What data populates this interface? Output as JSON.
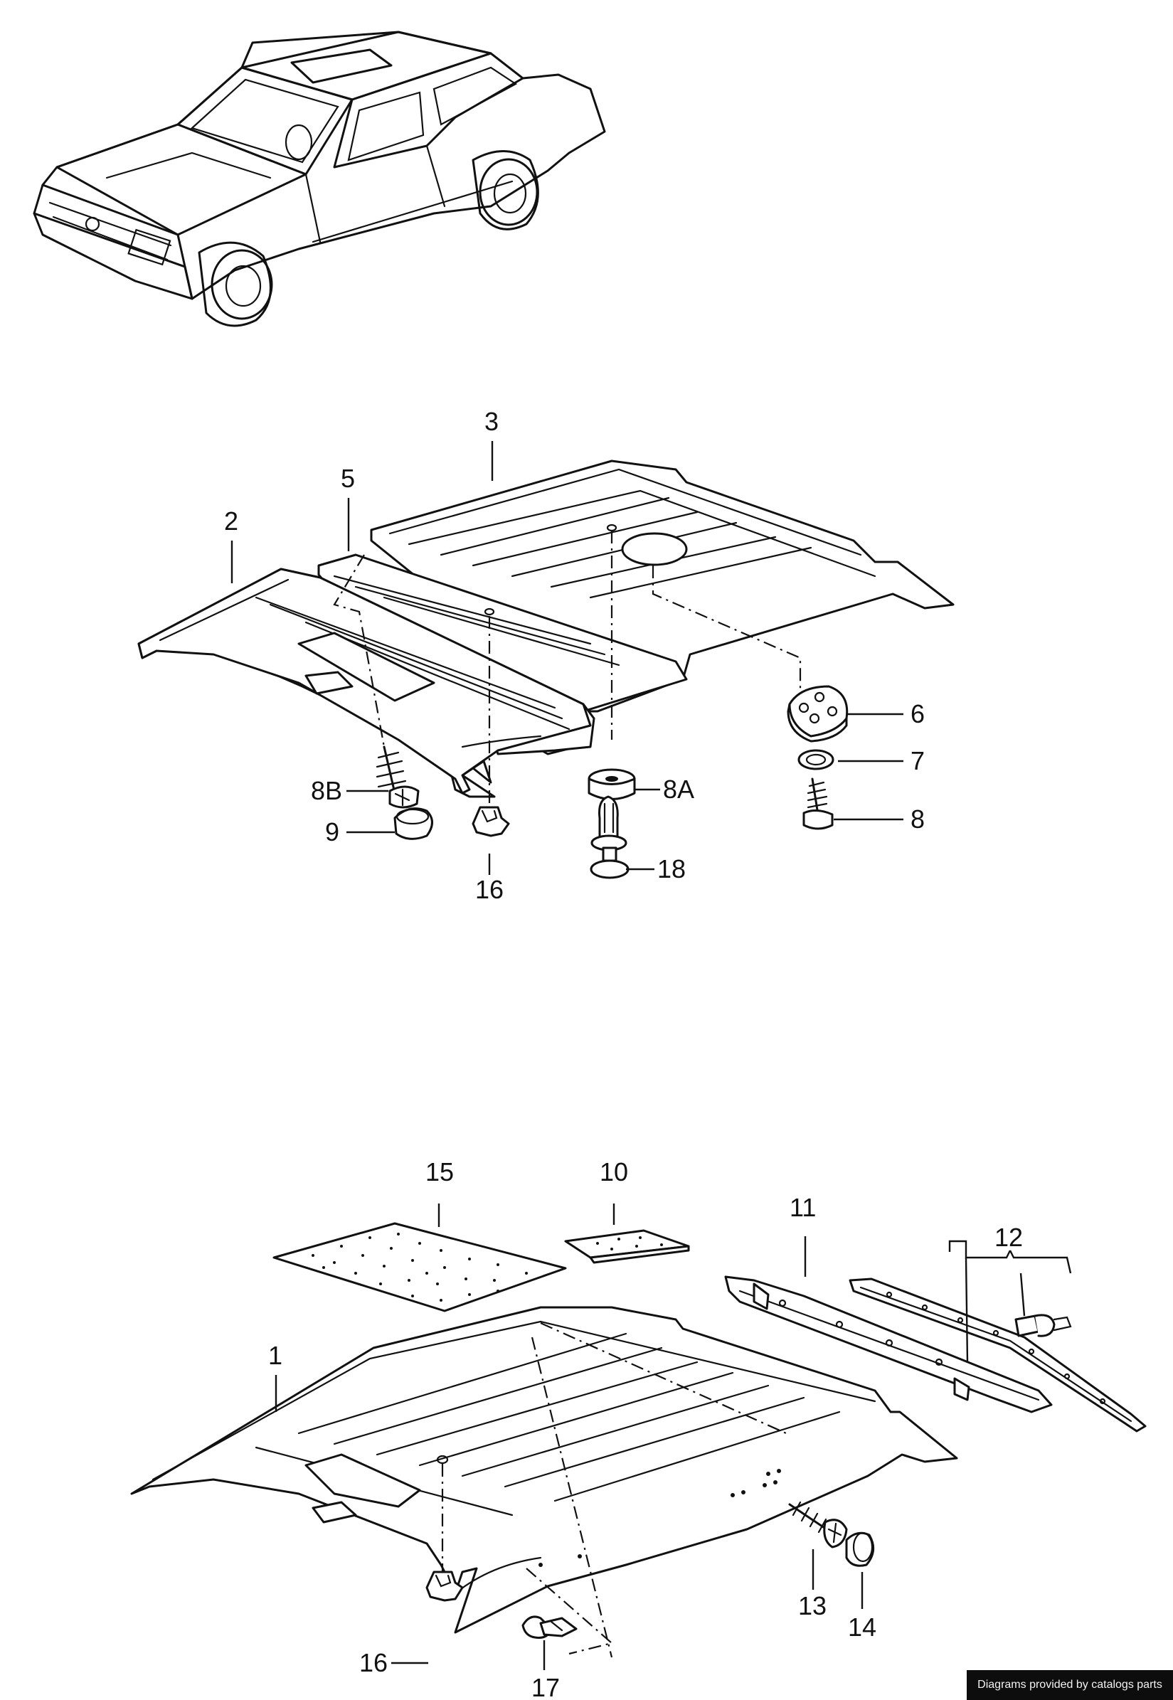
{
  "callouts": {
    "p1": "1",
    "p2": "2",
    "p3": "3",
    "p5": "5",
    "p6": "6",
    "p7": "7",
    "p8": "8",
    "p8a": "8A",
    "p8b": "8B",
    "p9": "9",
    "p10": "10",
    "p11": "11",
    "p12": "12",
    "p13": "13",
    "p14": "14",
    "p15": "15",
    "p16a": "16",
    "p16b": "16",
    "p17": "17",
    "p18": "18"
  },
  "credit": "Diagrams provided by catalogs parts",
  "icons": {
    "vehicle": "coupe-car-illustration"
  }
}
